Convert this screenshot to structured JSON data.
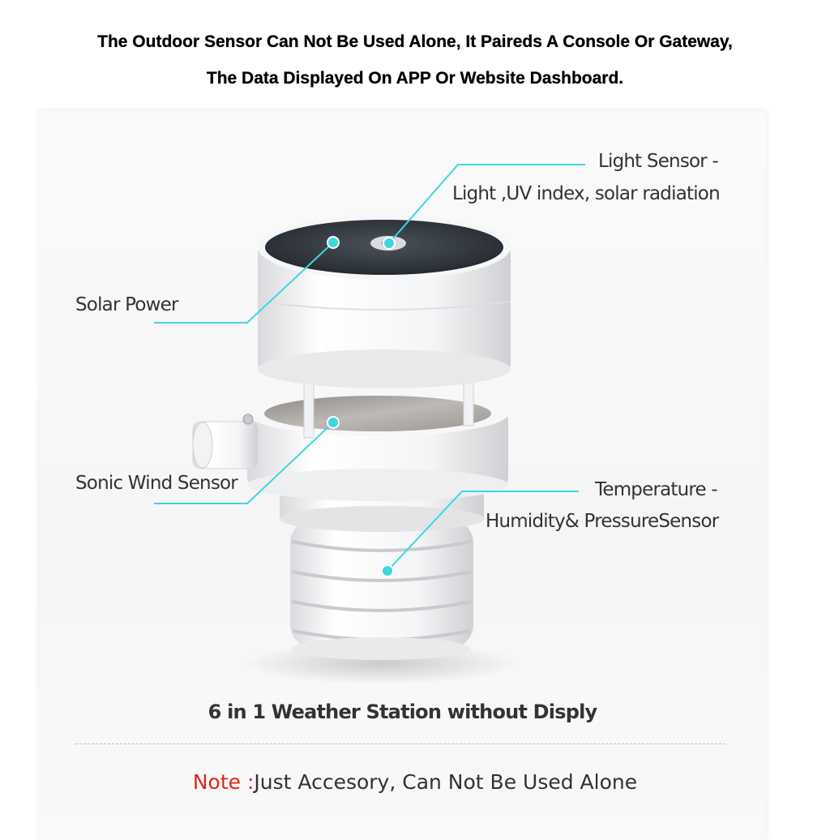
{
  "header": {
    "line1": "The Outdoor Sensor Can Not Be Used Alone, It Paireds A Console Or Gateway,",
    "line2": "The Data Displayed On APP Or Website Dashboard."
  },
  "callouts": {
    "light_sensor_line1": "Light Sensor -",
    "light_sensor_line2": "Light ,UV index, solar radiation",
    "solar_power": "Solar Power",
    "sonic_wind": "Sonic Wind Sensor",
    "temp_line1": "Temperature -",
    "temp_line2": "Humidity& PressureSensor"
  },
  "caption": "6 in 1 Weather Station without Disply",
  "note": {
    "prefix": "Note :",
    "text": "Just Accesory, Can Not Be Used Alone"
  },
  "colors": {
    "callout_line": "#3fd6e0",
    "note_prefix": "#e0241f"
  }
}
